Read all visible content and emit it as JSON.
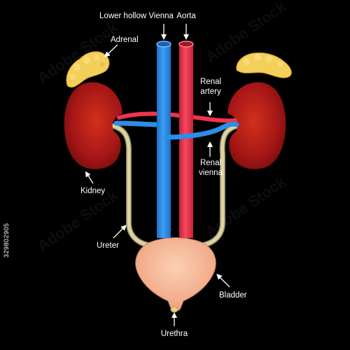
{
  "labels": {
    "vena_cava": "Lower hollow Vienna",
    "aorta": "Aorta",
    "adrenal": "Adrenal",
    "renal_artery_line1": "Renal",
    "renal_artery_line2": "artery",
    "renal_vein_line1": "Renal",
    "renal_vein_line2": "vienna",
    "kidney": "Kidney",
    "ureter": "Ureter",
    "bladder": "Bladder",
    "urethra": "Urethra"
  },
  "stock_id": "329802905",
  "colors": {
    "background": "#000000",
    "vein": "#2b8ee8",
    "artery": "#f0344d",
    "kidney": "#a01515",
    "adrenal": "#f4cf5a",
    "ureter": "#d9cf9e",
    "bladder": "#f7b796",
    "label": "#ffffff"
  }
}
